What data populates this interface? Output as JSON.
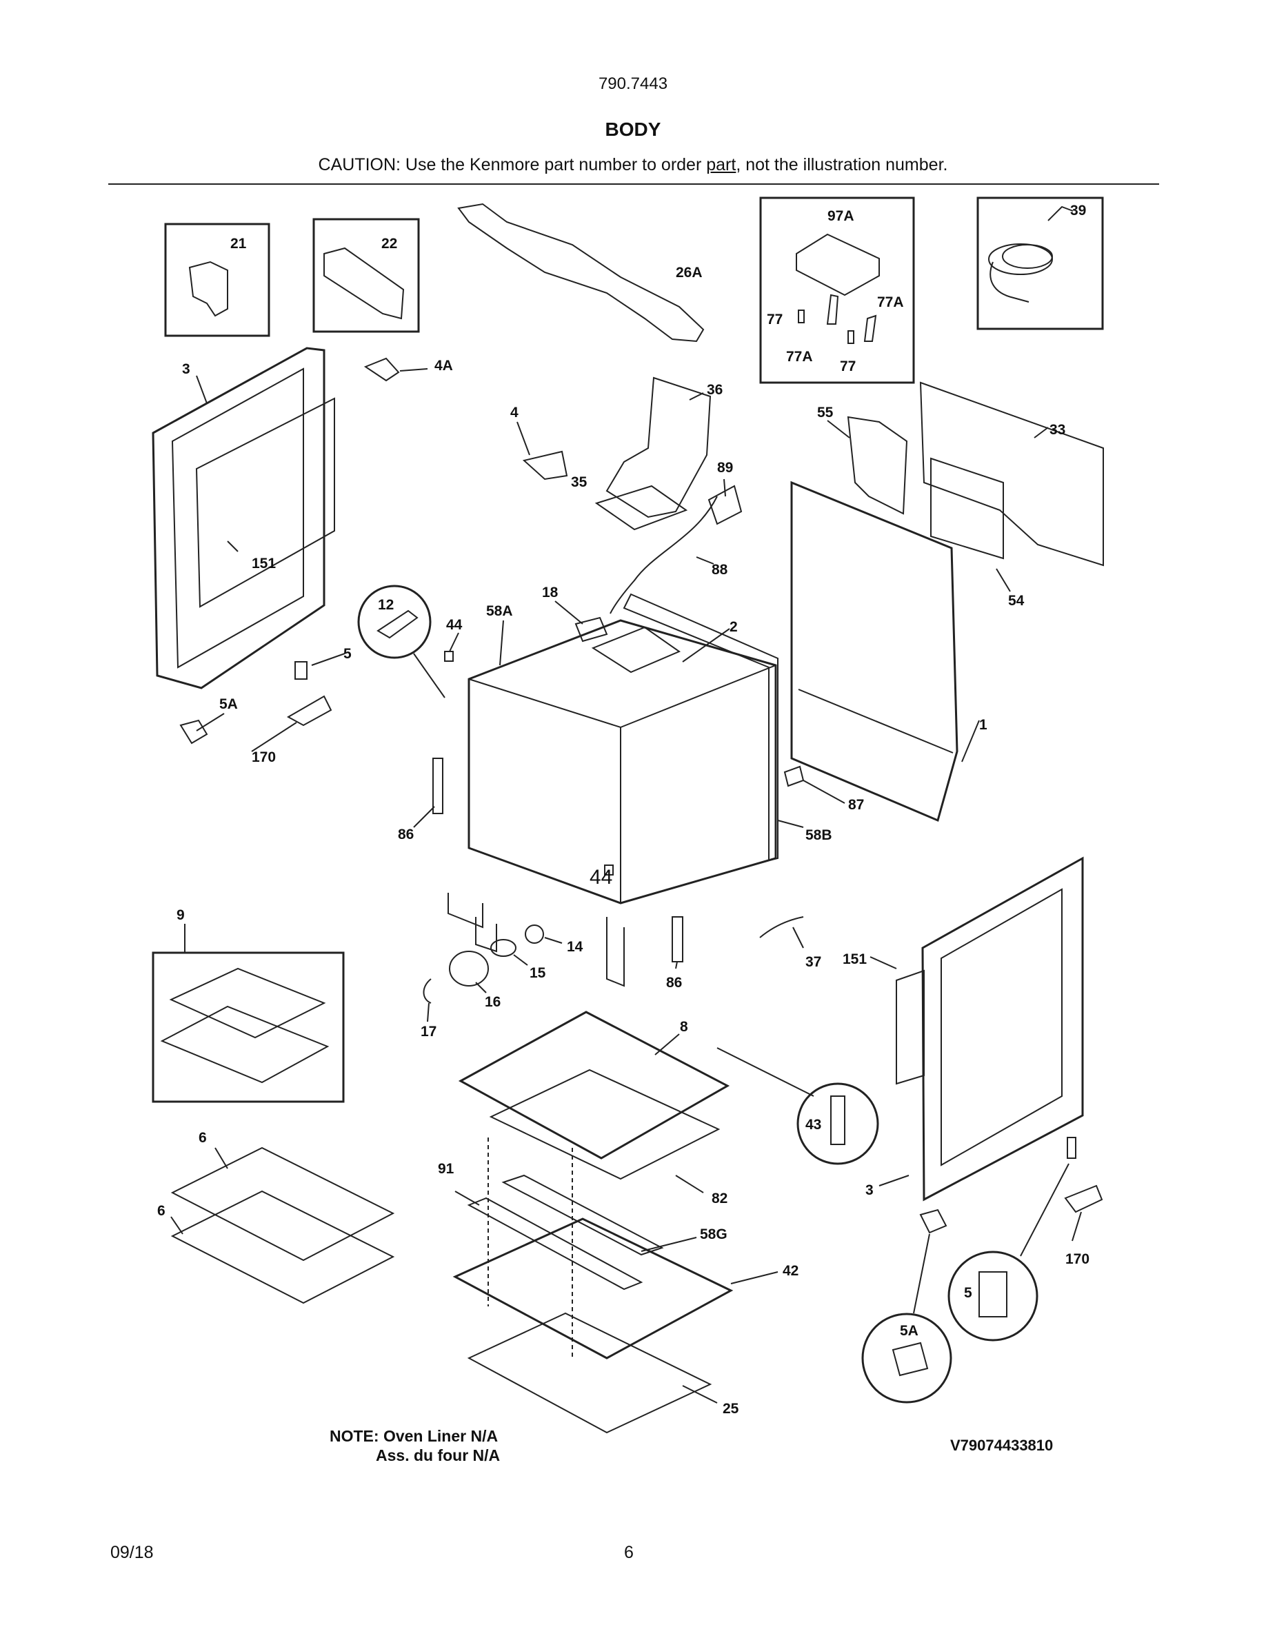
{
  "header": {
    "model": "790.7443",
    "title": "BODY",
    "caution_prefix": "CAUTION: Use the Kenmore part number to order ",
    "caution_link": "part",
    "caution_suffix": ", not the illustration number."
  },
  "callouts": {
    "p21": "21",
    "p22": "22",
    "p26A": "26A",
    "p97A": "97A",
    "p39": "39",
    "p77a": "77",
    "p77b": "77",
    "p77Aa": "77A",
    "p77Ab": "77A",
    "p3a": "3",
    "p4A": "4A",
    "p36": "36",
    "p4": "4",
    "p55": "55",
    "p33": "33",
    "p35": "35",
    "p89": "89",
    "p151a": "151",
    "p88": "88",
    "p54": "54",
    "p12": "12",
    "p44a": "44",
    "p58A": "58A",
    "p18": "18",
    "p2": "2",
    "p5a": "5",
    "p5Aa": "5A",
    "p170a": "170",
    "p1": "1",
    "p87": "87",
    "p86a": "86",
    "p58B": "58B",
    "p44b": "44",
    "p9": "9",
    "p14": "14",
    "p15": "15",
    "p16": "16",
    "p86b": "86",
    "p37": "37",
    "p151b": "151",
    "p17": "17",
    "p8": "8",
    "p43": "43",
    "p6a": "6",
    "p6b": "6",
    "p91": "91",
    "p82": "82",
    "p3b": "3",
    "p170b": "170",
    "p58G": "58G",
    "p42": "42",
    "p5b": "5",
    "p5Ab": "5A",
    "p25": "25"
  },
  "notes": {
    "line1": "NOTE: Oven Liner N/A",
    "line2": "Ass. du four N/A",
    "reference": "V79074433810"
  },
  "footer": {
    "date": "09/18",
    "page": "6"
  }
}
